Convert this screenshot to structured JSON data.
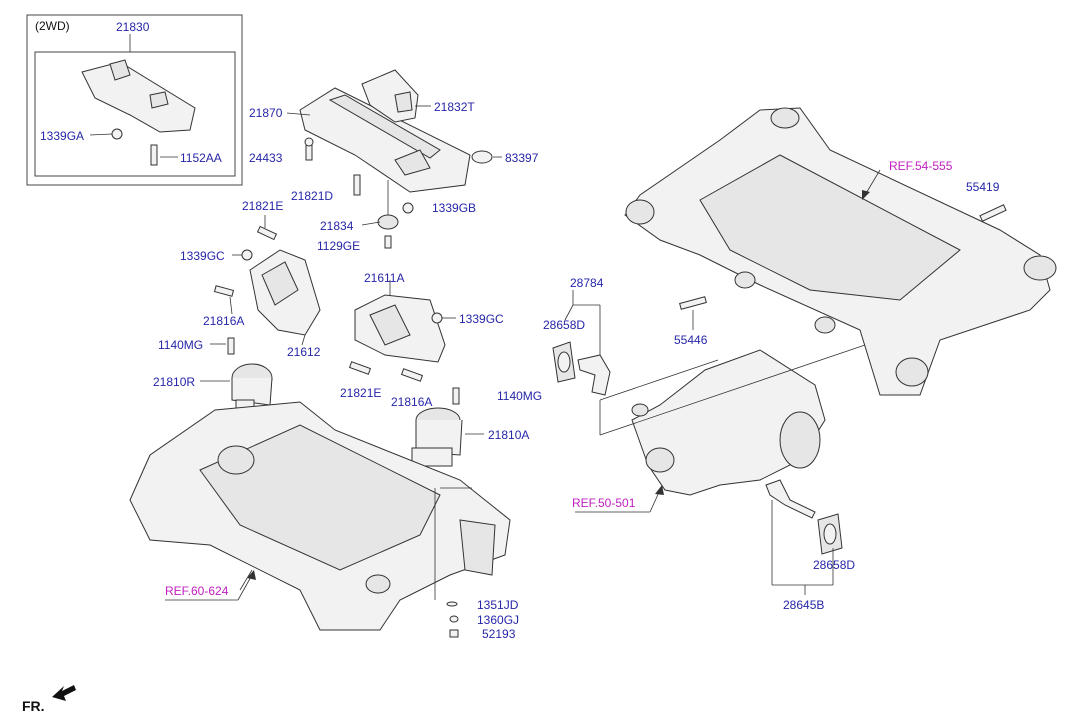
{
  "box_caption": "(2WD)",
  "direction_label": "FR.",
  "labels": {
    "p21830": "21830",
    "p1339GA": "1339GA",
    "p1152AA": "1152AA",
    "p21870": "21870",
    "p21832T": "21832T",
    "p24433": "24433",
    "p83397": "83397",
    "p21821D": "21821D",
    "p1339GB": "1339GB",
    "p21821E_a": "21821E",
    "p21834": "21834",
    "p1129GE": "1129GE",
    "p1339GC_a": "1339GC",
    "p21611A": "21611A",
    "p1339GC_b": "1339GC",
    "p21816A_a": "21816A",
    "p21612": "21612",
    "p1140MG_a": "1140MG",
    "p21810R": "21810R",
    "p21821E_b": "21821E",
    "p21816A_b": "21816A",
    "p1140MG_b": "1140MG",
    "p21810A": "21810A",
    "p1351JD": "1351JD",
    "p1360GJ": "1360GJ",
    "p52193": "52193",
    "p28784": "28784",
    "p28658D_a": "28658D",
    "p55446": "55446",
    "p55419": "55419",
    "p28658D_b": "28658D",
    "p28645B": "28645B"
  },
  "refs": {
    "r54555": "REF.54-555",
    "r50501": "REF.50-501",
    "r60624": "REF.60-624"
  },
  "colors": {
    "part_label": "#2626a8",
    "reference_label": "#c020c0",
    "line_art": "#333333"
  }
}
